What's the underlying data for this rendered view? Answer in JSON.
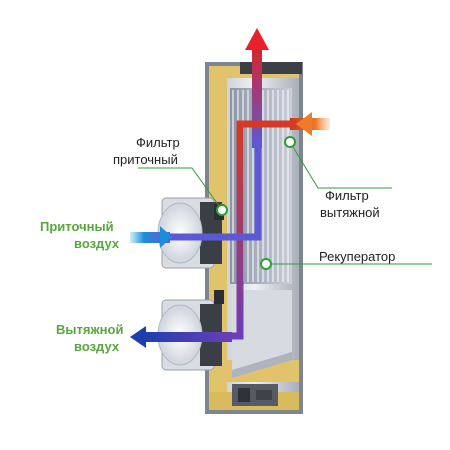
{
  "labels": {
    "supply_filter": {
      "line1": "Фильтр",
      "line2": "приточный"
    },
    "exhaust_filter": {
      "line1": "Фильтр",
      "line2": "вытяжной"
    },
    "recuperator": "Рекуператор",
    "supply_air": {
      "line1": "Приточный",
      "line2": "воздух"
    },
    "exhaust_air": {
      "line1": "Вытяжной",
      "line2": "воздух"
    }
  },
  "colors": {
    "label_green": "#56a73e",
    "callout_green": "#2f9d3a",
    "insulation": "#e0c36a",
    "hot_air": "#e86a1c",
    "warm_air": "#d0312d",
    "cold_air": "#2a5fd1",
    "supply_air": "#1a8bd9"
  }
}
